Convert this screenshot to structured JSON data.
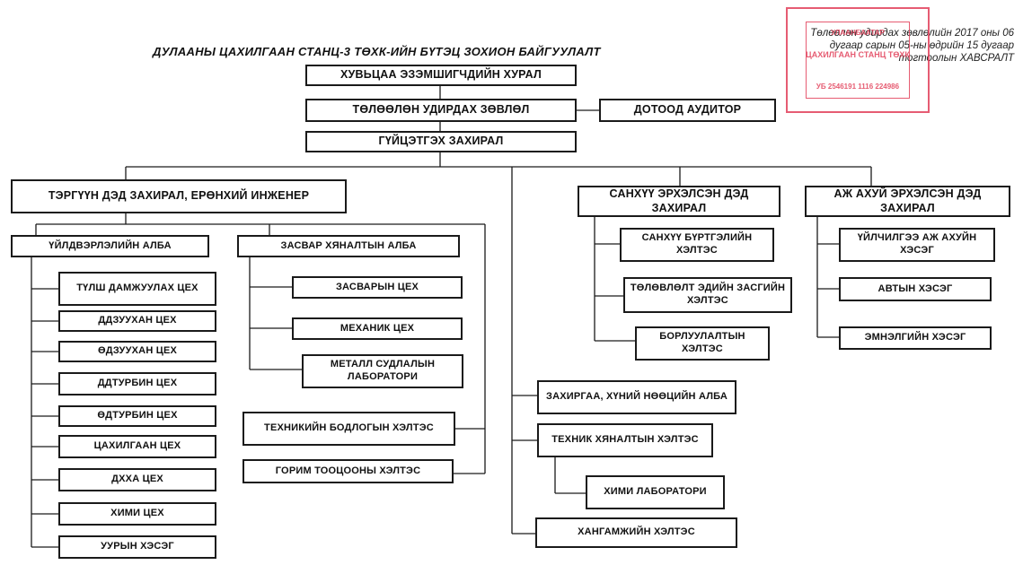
{
  "title": "ДУЛААНЫ ЦАХИЛГААН СТАНЦ-3  ТӨХК-ИЙН БҮТЭЦ ЗОХИОН БАЙГУУЛАЛТ",
  "approval_note": "Төлөөлөн удирдах зөвлөлийн 2017 оны 06 дугаар сарын 05-ны өдрийн 15 дугаар тогтоолын ХАВСРАЛТ",
  "stamp": {
    "line1": "УЛААНБААТАР",
    "line2": "ЦАХИЛГААН СТАНЦ ТӨХК",
    "line3": "УБ 2546191 1116 224986",
    "color": "#e2405a"
  },
  "boxes": {
    "shareholders": "ХУВЬЦАА ЭЗЭМШИГЧДИЙН ХУРАЛ",
    "board": "ТӨЛӨӨЛӨН УДИРДАХ ЗӨВЛӨЛ",
    "auditor": "ДОТООД АУДИТОР",
    "ceo": "ГҮЙЦЭТГЭХ ЗАХИРАЛ",
    "chief_engineer": "ТЭРГҮҮН ДЭД ЗАХИРАЛ, ЕРӨНХИЙ ИНЖЕНЕР",
    "production": "ҮЙЛДВЭРЛЭЛИЙН АЛБА",
    "maintenance": "ЗАСВАР ХЯНАЛТЫН АЛБА",
    "fuel_shop": "ТҮЛШ ДАМЖУУЛАХ ЦЕХ",
    "hp_boiler": "ДДЗУУХАН ЦЕХ",
    "mp_boiler": "ӨДЗУУХАН ЦЕХ",
    "hp_turbine": "ДДТУРБИН ЦЕХ",
    "mp_turbine": "ӨДТУРБИН ЦЕХ",
    "electric": "ЦАХИЛГААН ЦЕХ",
    "dkha": "ДХХА ЦЕХ",
    "chem_shop": "ХИМИ ЦЕХ",
    "steam": "УУРЫН ХЭСЭГ",
    "repair_shop": "ЗАСВАРЫН ЦЕХ",
    "mechanic": "МЕХАНИК ЦЕХ",
    "metal_lab": "МЕТАЛЛ СУДЛАЛЫН ЛАБОРАТОРИ",
    "tech_policy": "ТЕХНИКИЙН БОДЛОГЫН ХЭЛТЭС",
    "regime": "ГОРИМ ТООЦООНЫ ХЭЛТЭС",
    "finance_vp": "САНХҮҮ ЭРХЭЛСЭН ДЭД ЗАХИРАЛ",
    "accounting": "САНХҮҮ БҮРТГЭЛИЙН ХЭЛТЭС",
    "planning": "ТӨЛӨВЛӨЛТ ЭДИЙН ЗАСГИЙН ХЭЛТЭС",
    "sales": "БОРЛУУЛАЛТЫН ХЭЛТЭС",
    "admin_vp": "АЖ АХУЙ ЭРХЭЛСЭН ДЭД ЗАХИРАЛ",
    "services": "ҮЙЛЧИЛГЭЭ АЖ АХУЙН ХЭСЭГ",
    "auto": "АВТЫН ХЭСЭГ",
    "clinic": "ЭМНЭЛГИЙН ХЭСЭГ",
    "hr": "ЗАХИРГАА, ХҮНИЙ НӨӨЦИЙН АЛБА",
    "tech_control": "ТЕХНИК ХЯНАЛТЫН ХЭЛТЭС",
    "chem_lab": "ХИМИ ЛАБОРАТОРИ",
    "supply": "ХАНГАМЖИЙН ХЭЛТЭС"
  }
}
